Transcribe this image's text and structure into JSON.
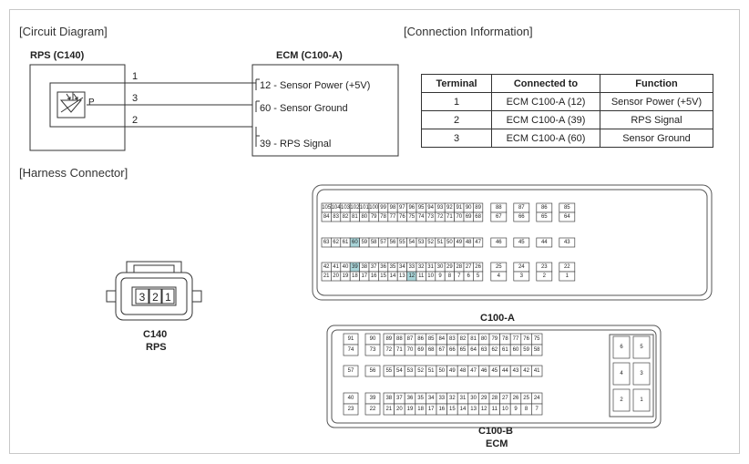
{
  "sections": {
    "circuit": "[Circuit Diagram]",
    "connection": "[Connection Information]",
    "harness": "[Harness Connector]"
  },
  "circuit": {
    "rps_label": "RPS (C140)",
    "ecm_label": "ECM (C100-A)",
    "sensor_pin_numbers": [
      "1",
      "3",
      "2"
    ],
    "sensor_pin_letter": "P",
    "ecm_pins": [
      {
        "pin": "12",
        "name": "Sensor Power (+5V)"
      },
      {
        "pin": "60",
        "name": "Sensor Ground"
      },
      {
        "pin": "39",
        "name": "RPS Signal"
      }
    ]
  },
  "connection_table": {
    "headers": [
      "Terminal",
      "Connected to",
      "Function"
    ],
    "rows": [
      [
        "1",
        "ECM C100-A (12)",
        "Sensor Power (+5V)"
      ],
      [
        "2",
        "ECM C100-A (39)",
        "RPS Signal"
      ],
      [
        "3",
        "ECM C100-A (60)",
        "Sensor Ground"
      ]
    ]
  },
  "harness": {
    "c140": {
      "pins": [
        "3",
        "2",
        "1"
      ],
      "label": "C140",
      "sublabel": "RPS"
    },
    "c100a": {
      "label": "C100-A",
      "highlight_color": "#a8d4d8",
      "highlighted_pins": [
        "60",
        "39",
        "12"
      ],
      "rows": [
        [
          "105",
          "104",
          "103",
          "102",
          "101",
          "100",
          "99",
          "98",
          "97",
          "96",
          "95",
          "94",
          "93",
          "92",
          "91",
          "90",
          "89",
          "88",
          "87",
          "86",
          "85"
        ],
        [
          "84",
          "83",
          "82",
          "81",
          "80",
          "79",
          "78",
          "77",
          "76",
          "75",
          "74",
          "73",
          "72",
          "71",
          "70",
          "69",
          "68",
          "67",
          "66",
          "65",
          "64"
        ],
        [
          "63",
          "62",
          "61",
          "60",
          "59",
          "58",
          "57",
          "56",
          "55",
          "54",
          "53",
          "52",
          "51",
          "50",
          "49",
          "48",
          "47",
          "46",
          "45",
          "44",
          "43"
        ],
        [
          "42",
          "41",
          "40",
          "39",
          "38",
          "37",
          "36",
          "35",
          "34",
          "33",
          "32",
          "31",
          "30",
          "29",
          "28",
          "27",
          "26",
          "25",
          "24",
          "23",
          "22"
        ],
        [
          "21",
          "20",
          "19",
          "18",
          "17",
          "16",
          "15",
          "14",
          "13",
          "12",
          "11",
          "10",
          "9",
          "8",
          "7",
          "6",
          "5",
          "4",
          "3",
          "2",
          "1"
        ]
      ]
    },
    "c100b": {
      "label": "C100-B",
      "sublabel": "ECM",
      "rows": [
        [
          "91",
          "90",
          "89",
          "88",
          "87",
          "86",
          "85",
          "84",
          "83",
          "82",
          "81",
          "80",
          "79",
          "78",
          "77",
          "76",
          "75"
        ],
        [
          "74",
          "73",
          "72",
          "71",
          "70",
          "69",
          "68",
          "67",
          "66",
          "65",
          "64",
          "63",
          "62",
          "61",
          "60",
          "59",
          "58"
        ],
        [
          "57",
          "56",
          "55",
          "54",
          "53",
          "52",
          "51",
          "50",
          "49",
          "48",
          "47",
          "46",
          "45",
          "44",
          "43",
          "42",
          "41"
        ],
        [
          "40",
          "39",
          "38",
          "37",
          "36",
          "35",
          "34",
          "33",
          "32",
          "31",
          "30",
          "29",
          "28",
          "27",
          "26",
          "25",
          "24"
        ],
        [
          "23",
          "22",
          "21",
          "20",
          "19",
          "18",
          "17",
          "16",
          "15",
          "14",
          "13",
          "12",
          "11",
          "10",
          "9",
          "8",
          "7"
        ]
      ],
      "side_pins": [
        [
          "6",
          "5"
        ],
        [
          "4",
          "3"
        ],
        [
          "2",
          "1"
        ]
      ]
    }
  }
}
